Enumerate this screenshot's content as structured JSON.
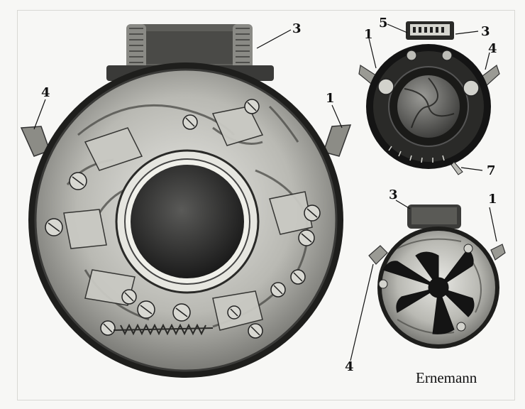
{
  "callouts": {
    "large_top": "3",
    "large_left": "4",
    "large_right": "1",
    "small_top_5": "5",
    "small_top_3": "3",
    "small_top_1": "1",
    "small_top_4": "4",
    "small_top_7": "7",
    "small_bottom_3": "3",
    "small_bottom_1": "1",
    "small_bottom_4": "4"
  },
  "caption": "Ernemann"
}
